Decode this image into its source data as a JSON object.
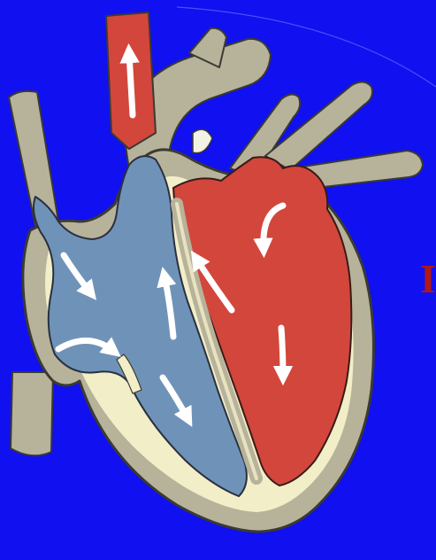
{
  "colors": {
    "background": "#1010f0",
    "vessel_wall": "#b7b29a",
    "vessel_outline": "#3a3a32",
    "deoxygenated_blood": "#6f93b8",
    "oxygenated_blood": "#d3463c",
    "inner_lining": "#f2eec8",
    "flow_arrow": "#ffffff",
    "edge_text": "#b01818"
  },
  "edge_text": "I",
  "arrows": [
    {
      "name": "aorta-up-arrow",
      "chamber": "oxygenated"
    },
    {
      "name": "left-atrium-curve-arrow",
      "chamber": "oxygenated"
    },
    {
      "name": "left-ventricle-outflow-arrow",
      "chamber": "oxygenated"
    },
    {
      "name": "left-ventricle-down-arrow",
      "chamber": "oxygenated"
    },
    {
      "name": "right-atrium-arrow",
      "chamber": "deoxygenated"
    },
    {
      "name": "right-atrium-curve-arrow",
      "chamber": "deoxygenated"
    },
    {
      "name": "pulmonary-outflow-arrow",
      "chamber": "deoxygenated"
    },
    {
      "name": "right-ventricle-down-arrow",
      "chamber": "deoxygenated"
    }
  ]
}
